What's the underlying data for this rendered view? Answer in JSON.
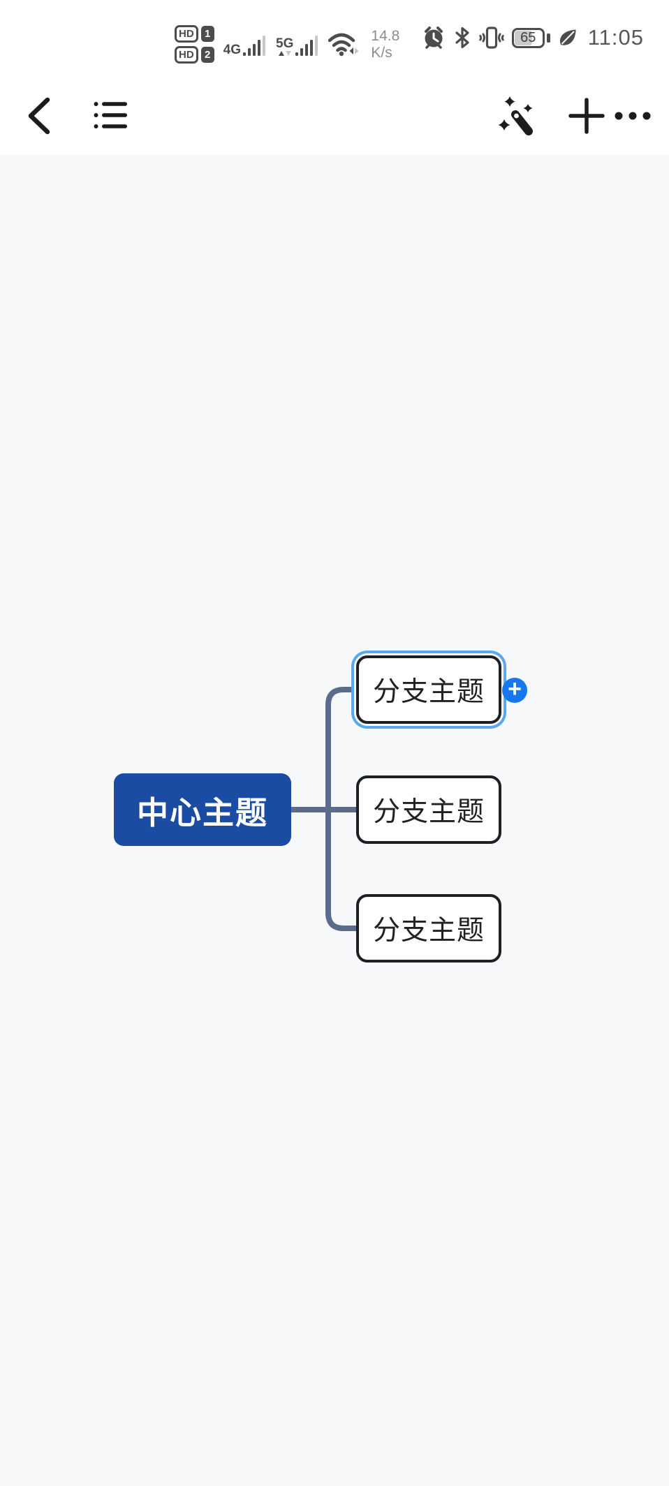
{
  "status_bar": {
    "sim1": {
      "badge": "HD",
      "num": "1"
    },
    "sim2": {
      "badge": "HD",
      "num": "2"
    },
    "network_primary": "4G",
    "network_secondary": "5G",
    "speed": {
      "value": "14.8",
      "unit": "K/s"
    },
    "battery_percent": "65",
    "time": "11:05",
    "icons": [
      "signal-bars-icon",
      "wifi-icon",
      "alarm-icon",
      "bluetooth-icon",
      "vibrate-icon",
      "battery-icon",
      "eco-leaf-icon"
    ]
  },
  "toolbar": {
    "icons": [
      "back-icon",
      "outline-list-icon",
      "magic-wand-icon",
      "add-icon",
      "more-icon"
    ]
  },
  "mindmap": {
    "central": {
      "label": "中心主题"
    },
    "branches": [
      {
        "label": "分支主题",
        "selected": true
      },
      {
        "label": "分支主题",
        "selected": false
      },
      {
        "label": "分支主题",
        "selected": false
      }
    ],
    "add_child_button": "+"
  },
  "colors": {
    "central_fill": "#1B4CA4",
    "connector": "#5A6B8C",
    "node_border": "#1D1F24",
    "selection_ring": "#59A9F1",
    "add_button_bg": "#1677F0",
    "canvas_bg": "#F7F8F9",
    "statusbar_icon": "#4C4C4E",
    "toolbar_icon": "#1C1C1E"
  }
}
